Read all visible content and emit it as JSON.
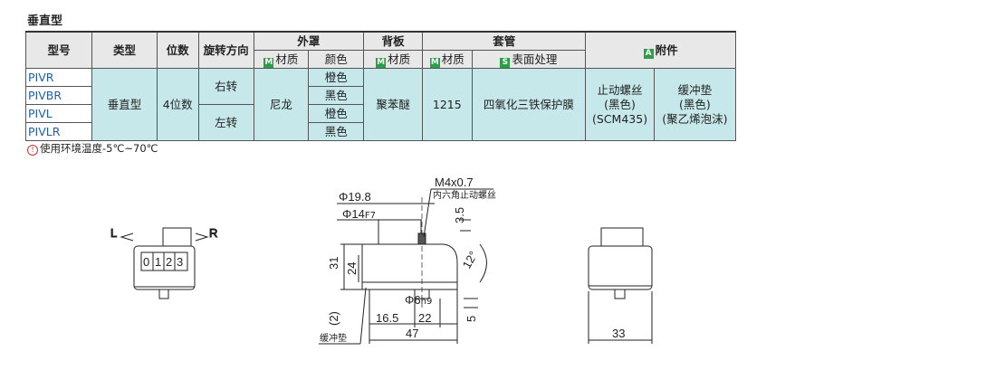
{
  "section_title": "垂直型",
  "table": {
    "headers": {
      "model": "型号",
      "type": "类型",
      "digits": "位数",
      "rotation": "旋转方向",
      "cover": "外罩",
      "backplate": "背板",
      "sleeve": "套管",
      "accessories": "附件",
      "material": "材质",
      "color": "颜色",
      "surface": "表面处理"
    },
    "badges": {
      "m": "M",
      "s": "S",
      "a": "A"
    },
    "rows": {
      "models": [
        "PIVR",
        "PIVBR",
        "PIVL",
        "PIVLR"
      ],
      "type": "垂直型",
      "digits": "4位数",
      "rotation_right": "右转",
      "rotation_left": "左转",
      "cover_material": "尼龙",
      "cover_colors": [
        "橙色",
        "黑色",
        "橙色",
        "黑色"
      ],
      "backplate_material": "聚苯醚",
      "sleeve_material": "1215",
      "sleeve_surface": "四氧化三铁保护膜",
      "acc1": [
        "止动螺丝",
        "(黑色)",
        "(SCM435)"
      ],
      "acc2": [
        "缓冲垫",
        "(黑色)",
        "(聚乙烯泡沫)"
      ]
    }
  },
  "note": "使用环境温度-5℃~70℃",
  "drawing": {
    "front": {
      "left_label": "L",
      "right_label": "R",
      "digits": [
        "0",
        "1",
        "2",
        "3"
      ]
    },
    "side": {
      "d1": "Φ19.8",
      "d2": "Φ14",
      "d2_tol": "F7",
      "screw": "M4x0.7",
      "screw_note": "内六角止动螺丝",
      "dim_35": "3.5",
      "dim_31": "31",
      "dim_24": "24",
      "angle": "12°",
      "shaft": "Φ6",
      "shaft_tol": "h9",
      "dim_2": "(2)",
      "dim_165": "16.5",
      "dim_22": "22",
      "dim_5": "5",
      "dim_47": "47",
      "cushion": "缓冲垫"
    },
    "rear": {
      "dim_33": "33"
    }
  }
}
